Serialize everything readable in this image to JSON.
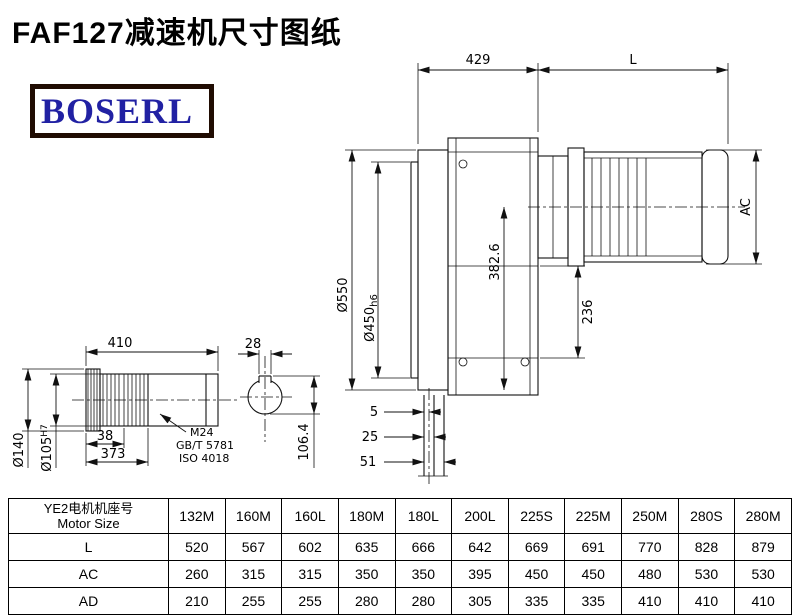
{
  "page": {
    "title": "FAF127减速机尺寸图纸",
    "logo": "BOSERL"
  },
  "main_view_dims": {
    "width_429": "429",
    "length_l": "L",
    "motor_height_ac": "AC",
    "flange_dia": "Ø550",
    "spigot_dia": "Ø450",
    "spigot_tol": "h6",
    "center_height": "382.6",
    "lower_height": "236",
    "offset_5": "5",
    "offset_25": "25",
    "offset_51": "51"
  },
  "shaft_detail_dims": {
    "length_410": "410",
    "key_width_28": "28",
    "length_38": "38",
    "length_373": "373",
    "outer_dia": "Ø140",
    "bore_dia": "Ø105",
    "bore_tol": "H7",
    "key_height": "106.4",
    "thread": "M24",
    "standard_gb": "GB/T 5781",
    "standard_iso": "ISO 4018"
  },
  "table": {
    "header_cn": "YE2电机机座号",
    "header_en": "Motor Size",
    "columns": [
      "132M",
      "160M",
      "160L",
      "180M",
      "180L",
      "200L",
      "225S",
      "225M",
      "250M",
      "280S",
      "280M"
    ],
    "rows": [
      {
        "label": "L",
        "values": [
          "520",
          "567",
          "602",
          "635",
          "666",
          "642",
          "669",
          "691",
          "770",
          "828",
          "879"
        ]
      },
      {
        "label": "AC",
        "values": [
          "260",
          "315",
          "315",
          "350",
          "350",
          "395",
          "450",
          "450",
          "480",
          "530",
          "530"
        ]
      },
      {
        "label": "AD",
        "values": [
          "210",
          "255",
          "255",
          "280",
          "280",
          "305",
          "335",
          "335",
          "410",
          "410",
          "410"
        ]
      }
    ]
  }
}
